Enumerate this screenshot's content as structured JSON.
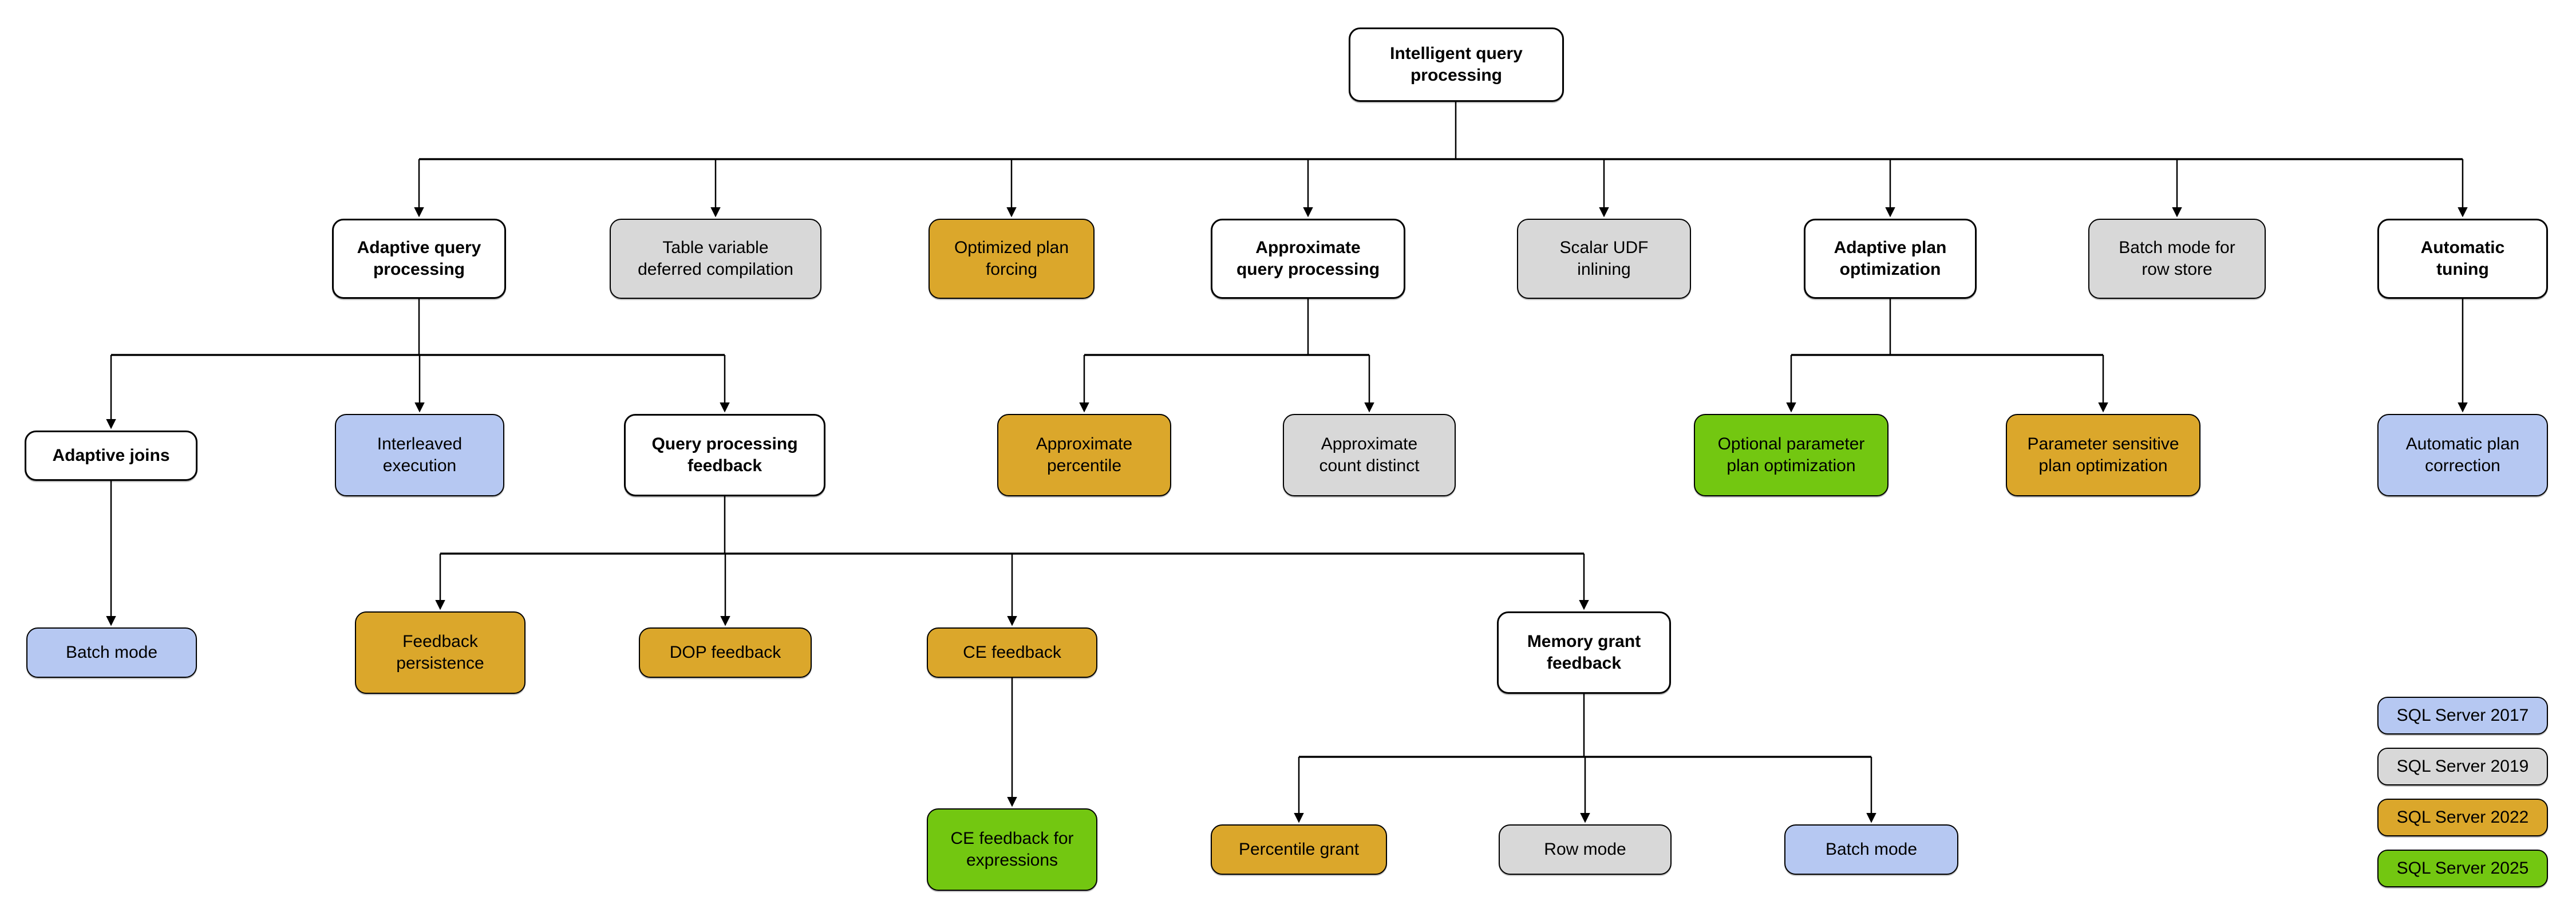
{
  "diagram_title": "Intelligent query processing",
  "palette": {
    "white": "#ffffff",
    "2017": "#b6c8f2",
    "2019": "#d8d8d8",
    "2022": "#dba72b",
    "2025": "#73c711"
  },
  "nodes": [
    {
      "label": "Intelligent query\nprocessing",
      "color": "white"
    },
    {
      "label": "Adaptive query\nprocessing",
      "color": "white"
    },
    {
      "label": "Table variable\ndeferred compilation",
      "color": "2019"
    },
    {
      "label": "Optimized plan\nforcing",
      "color": "2022"
    },
    {
      "label": "Approximate\nquery processing",
      "color": "white"
    },
    {
      "label": "Scalar UDF\ninlining",
      "color": "2019"
    },
    {
      "label": "Adaptive plan\noptimization",
      "color": "white"
    },
    {
      "label": "Batch mode for\nrow store",
      "color": "2019"
    },
    {
      "label": "Automatic\ntuning",
      "color": "white"
    },
    {
      "label": "Adaptive joins",
      "color": "white"
    },
    {
      "label": "Interleaved\nexecution",
      "color": "2017"
    },
    {
      "label": "Query processing\nfeedback",
      "color": "white"
    },
    {
      "label": "Approximate\npercentile",
      "color": "2022"
    },
    {
      "label": "Approximate\ncount distinct",
      "color": "2019"
    },
    {
      "label": "Optional parameter\nplan optimization",
      "color": "2025"
    },
    {
      "label": "Parameter sensitive\nplan optimization",
      "color": "2022"
    },
    {
      "label": "Automatic plan\ncorrection",
      "color": "2017"
    },
    {
      "label": "Batch mode",
      "color": "2017"
    },
    {
      "label": "Feedback\npersistence",
      "color": "2022"
    },
    {
      "label": "DOP feedback",
      "color": "2022"
    },
    {
      "label": "CE feedback",
      "color": "2022"
    },
    {
      "label": "Memory grant\nfeedback",
      "color": "white"
    },
    {
      "label": "CE feedback for\nexpressions",
      "color": "2025"
    },
    {
      "label": "Percentile grant",
      "color": "2022"
    },
    {
      "label": "Row mode",
      "color": "2019"
    },
    {
      "label": "Batch mode",
      "color": "2017"
    }
  ],
  "legend": [
    {
      "label": "SQL Server 2017",
      "color": "2017"
    },
    {
      "label": "SQL Server 2019",
      "color": "2019"
    },
    {
      "label": "SQL Server 2022",
      "color": "2022"
    },
    {
      "label": "SQL Server 2025",
      "color": "2025"
    }
  ]
}
